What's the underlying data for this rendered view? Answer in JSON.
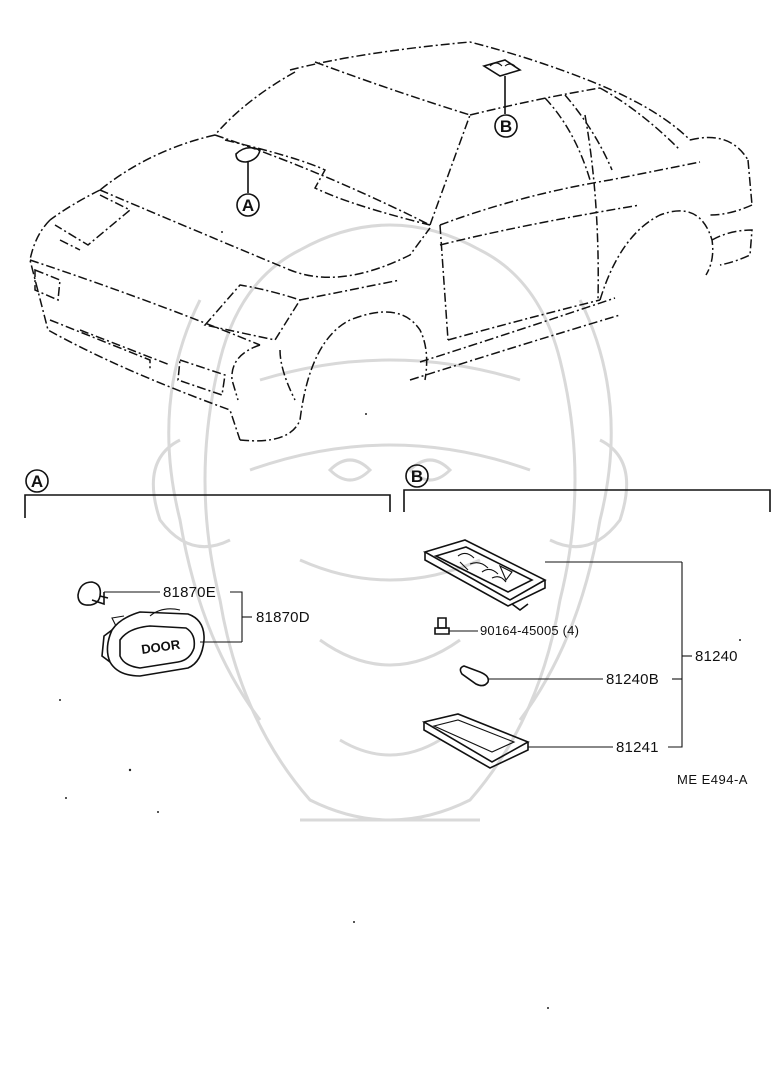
{
  "callouts": {
    "a": "A",
    "b": "B"
  },
  "part_labels": {
    "p81870E": "81870E",
    "p81870D": "81870D",
    "p90164": "90164-45005 (4)",
    "p81240": "81240",
    "p81240B": "81240B",
    "p81241": "81241",
    "lens_text": "DOOR"
  },
  "reference_code": "ME  E494-A",
  "colors": {
    "ink": "#111111",
    "watermark": "#d9d9d9",
    "background": "#ffffff"
  },
  "icons": {
    "watermark": "samurai-helmet-watermark-icon"
  }
}
